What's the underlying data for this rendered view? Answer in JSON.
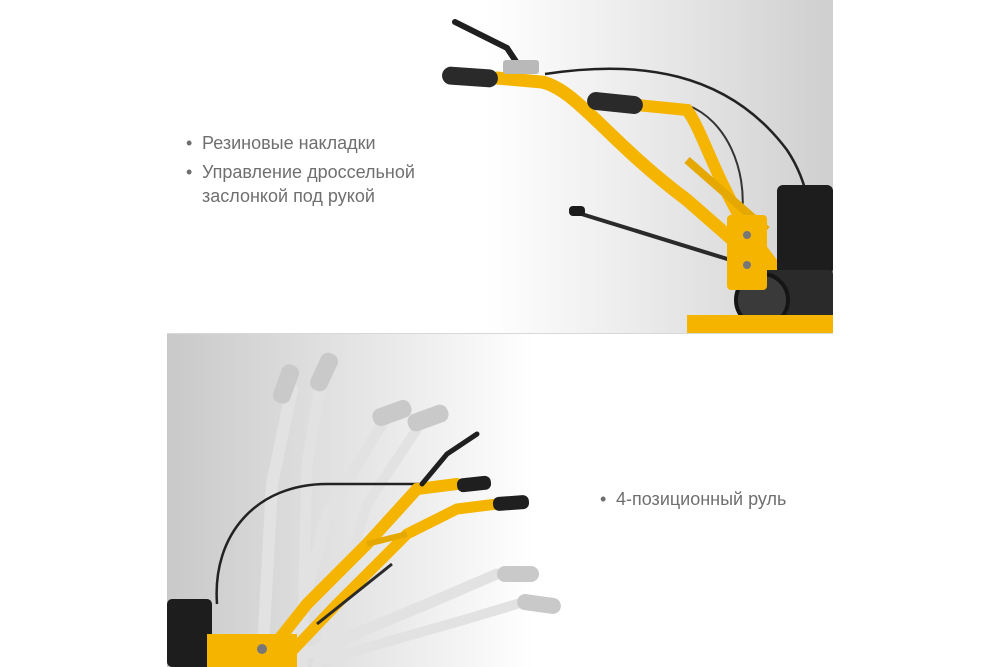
{
  "features_top": [
    {
      "bullet": "•",
      "text": "Резиновые накладки"
    },
    {
      "bullet": "•",
      "text": "Управление дроссельной заслонкой под рукой"
    }
  ],
  "features_bottom": [
    {
      "bullet": "•",
      "text": "4-позиционный руль"
    }
  ],
  "colors": {
    "frame": "#f5b400",
    "frame_dark": "#d69a00",
    "grip": "#2a2a2a",
    "ghost": "#e2e2e2",
    "text": "#6f6f6f"
  }
}
